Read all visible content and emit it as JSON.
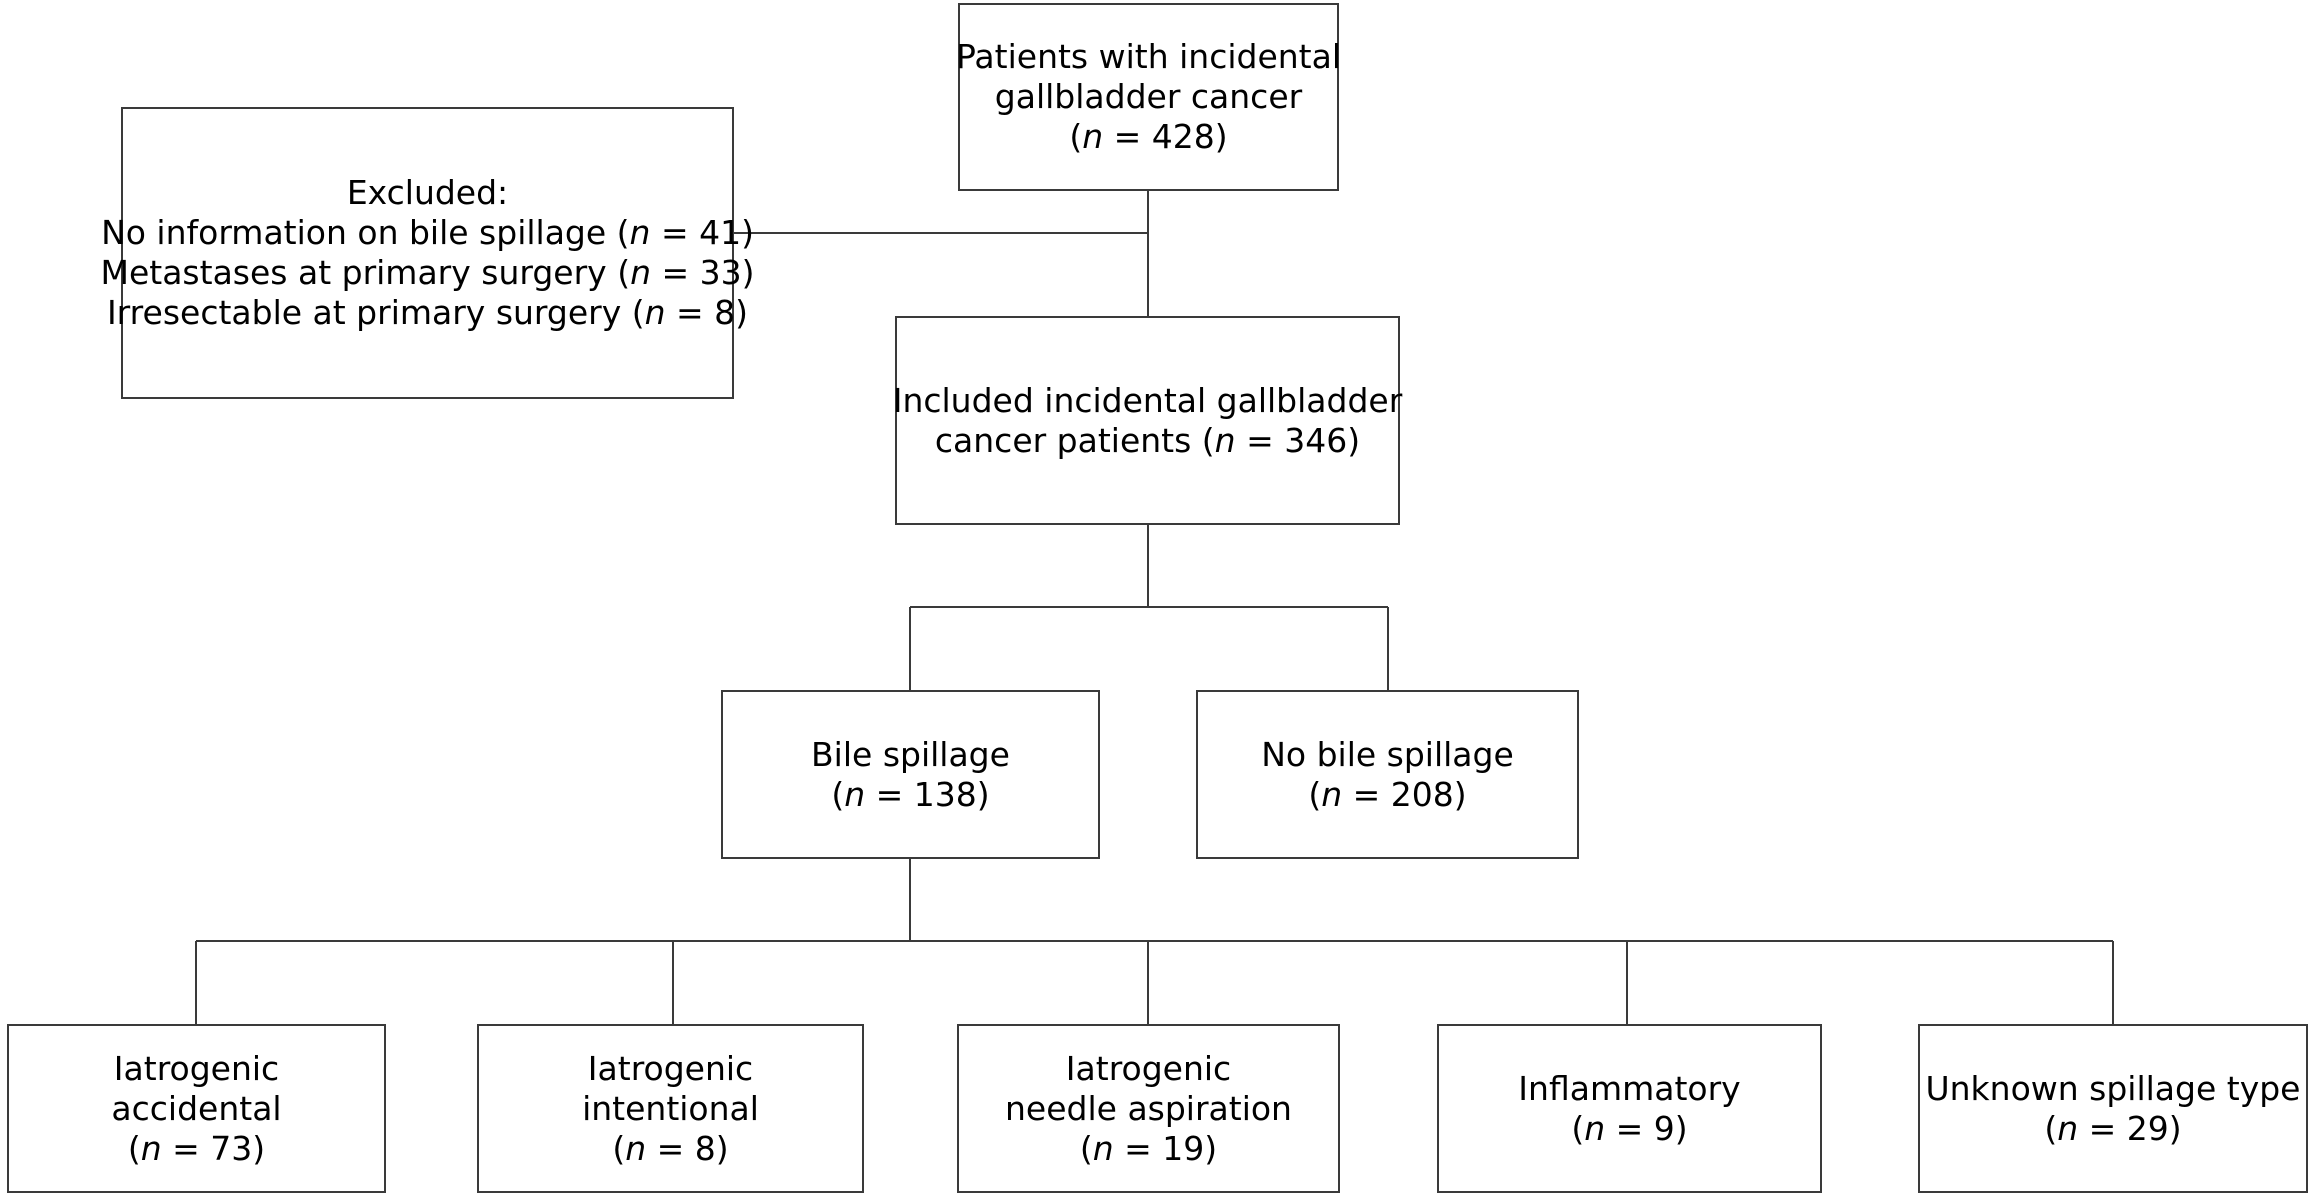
{
  "diagram": {
    "top": {
      "line1": "Patients with incidental",
      "line2": "gallbladder cancer",
      "count_open": "(",
      "count_n": "n",
      "count_rest": " = 428)"
    },
    "excluded": {
      "heading": "Excluded:",
      "items": [
        {
          "pre": "No information on bile spillage (",
          "n": "n",
          "post": " = 41)"
        },
        {
          "pre": "Metastases at primary surgery (",
          "n": "n",
          "post": " = 33)"
        },
        {
          "pre": "Irresectable at primary surgery (",
          "n": "n",
          "post": " = 8)"
        }
      ]
    },
    "included": {
      "line1": "Included incidental gallbladder",
      "line2_pre": "cancer patients (",
      "line2_n": "n",
      "line2_post": " = 346)"
    },
    "bile_spillage": {
      "label": "Bile spillage",
      "count_open": "(",
      "count_n": "n",
      "count_rest": " = 138)"
    },
    "no_bile_spillage": {
      "label": "No bile spillage",
      "count_open": "(",
      "count_n": "n",
      "count_rest": " = 208)"
    },
    "subtypes": [
      {
        "line1": "Iatrogenic",
        "line2": "accidental",
        "count_open": "(",
        "count_n": "n",
        "count_rest": " = 73)"
      },
      {
        "line1": "Iatrogenic",
        "line2": "intentional",
        "count_open": "(",
        "count_n": "n",
        "count_rest": " = 8)"
      },
      {
        "line1": "Iatrogenic",
        "line2": "needle aspiration",
        "count_open": "(",
        "count_n": "n",
        "count_rest": " = 19)"
      },
      {
        "line1": "Inflammatory",
        "line2": "",
        "count_open": "(",
        "count_n": "n",
        "count_rest": " = 9)"
      },
      {
        "line1": "Unknown spillage type",
        "line2": "",
        "count_open": "(",
        "count_n": "n",
        "count_rest": " = 29)"
      }
    ]
  }
}
